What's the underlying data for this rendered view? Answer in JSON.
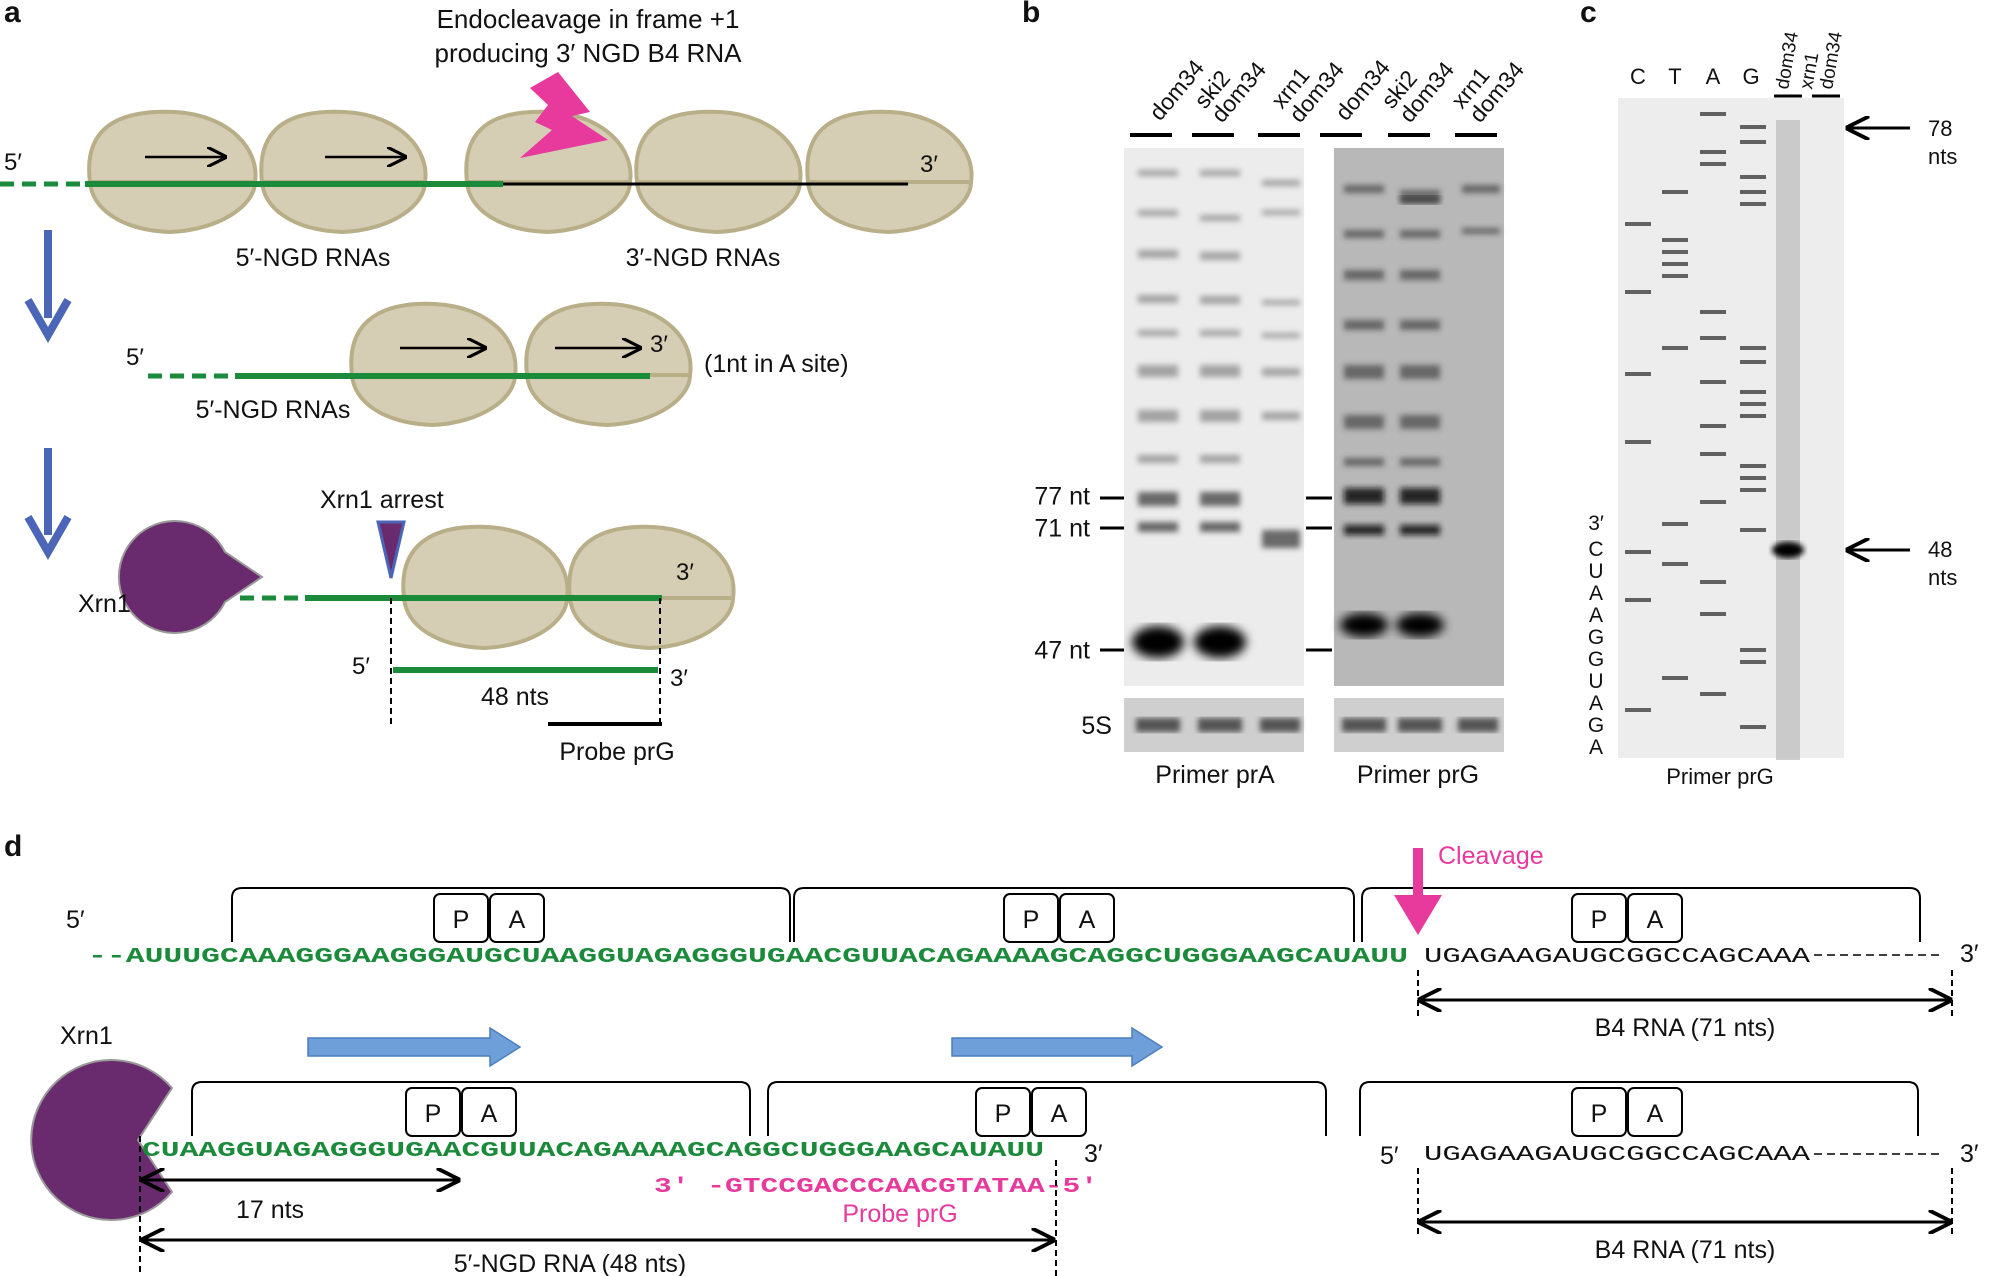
{
  "colors": {
    "ribosome_fill": "#d6ceb4",
    "ribosome_stroke": "#b5ab84",
    "green": "#1b8a3a",
    "magenta": "#e8399c",
    "purple": "#6a2a6e",
    "blue_arrow": "#4c66b7",
    "light_blue": "#6f9fd8"
  },
  "panel_a": {
    "letter": "a",
    "endocleavage_line1": "Endocleavage in frame +1",
    "endocleavage_line2": "producing 3′ NGD B4 RNA",
    "five_prime": "5′",
    "three_prime": "3′",
    "label_5ngd": "5′-NGD RNAs",
    "label_3ngd": "3′-NGD RNAs",
    "one_nt_a_site": "(1nt in A site)",
    "xrn1_arrest": "Xrn1 arrest",
    "xrn1": "Xrn1",
    "nts48": "48 nts",
    "probe": "Probe prG"
  },
  "panel_b": {
    "letter": "b",
    "lanes_left": [
      [
        "dom34"
      ],
      [
        "ski2",
        "dom34"
      ],
      [
        "xrn1",
        "dom34"
      ]
    ],
    "lanes_right": [
      [
        "dom34"
      ],
      [
        "ski2",
        "dom34"
      ],
      [
        "xrn1",
        "dom34"
      ]
    ],
    "marker_77": "77 nt",
    "marker_71": "71 nt",
    "marker_47": "47 nt",
    "label_5s": "5S",
    "primer_left": "Primer prA",
    "primer_right": "Primer prG"
  },
  "panel_c": {
    "letter": "c",
    "lanes": [
      "C",
      "T",
      "A",
      "G"
    ],
    "lane_dom34": "dom34",
    "lane_xrn1": "xrn1",
    "lane_dom34b": "dom34",
    "arrow_78_a": "78",
    "arrow_78_b": "nts",
    "arrow_48_a": "48",
    "arrow_48_b": "nts",
    "seq_3prime": "3′",
    "sequence": [
      "C",
      "U",
      "A",
      "A",
      "G",
      "G",
      "U",
      "A",
      "G",
      "A"
    ],
    "primer": "Primer prG"
  },
  "panel_d": {
    "letter": "d",
    "cleavage": "Cleavage",
    "five_prime": "5′",
    "three_prime": "3′",
    "p": "P",
    "a": "A",
    "seq_top_green": "--AUUUGCAAAGGGAAGGGAUGCUAAGGUAGAGGGUGAACGUUACAGAAAAGCAGGCUGGGAAGCAUAUU",
    "seq_top_black": "UGAGAAGAUGCGGCCAGCAAA",
    "b4_label": "B4 RNA (71 nts)",
    "xrn1": "Xrn1",
    "seq_bottom_green": "CUAAGGUAGAGGGUGAACGUUACAGAAAAGCAGGCUGGGAAGCAUAUU",
    "probe_seq": "3′ -GTCCGACCCAACGTATAA-5′",
    "probe_label": "Probe prG",
    "nts17": "17 nts",
    "ngd48": "5′-NGD RNA (48 nts)",
    "seq_bottom_right": "UGAGAAGAUGCGGCCAGCAAA"
  }
}
